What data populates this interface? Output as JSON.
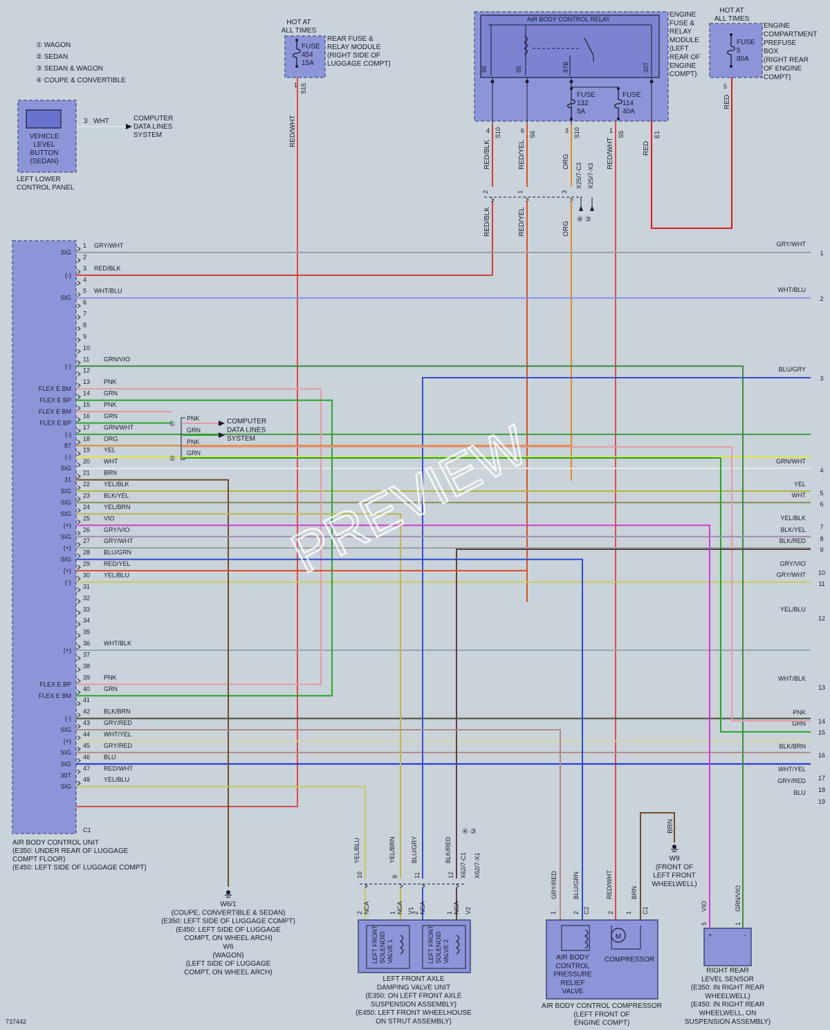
{
  "legend": [
    "① WAGON",
    "② SEDAN",
    "③ SEDAN & WAGON",
    "④ COUPE & CONVERTIBLE"
  ],
  "vehicle_level_button": {
    "label": "VEHICLE\nLEVEL\nBUTTON\n(SEDAN)",
    "panel": "LEFT LOWER\nCONTROL PANEL",
    "pin": "3",
    "wire": "WHT",
    "target": "COMPUTER\nDATA LINES\nSYSTEM"
  },
  "rear_fuse": {
    "hot": "HOT AT\nALL TIMES",
    "fuse": "FUSE\n454\n15A",
    "module": "REAR FUSE &\nRELAY MODULE\n(RIGHT SIDE OF\nLUGGAGE COMPT)",
    "pin": "1",
    "conn": "S15",
    "wire": "RED/WHT"
  },
  "relay_module": {
    "title": "AIR BODY CONTROL RELAY",
    "pins": [
      "86",
      "85",
      "87B",
      "30T"
    ],
    "fuse132": "FUSE\n132\n5A",
    "fuse114": "FUSE\n114\n40A",
    "module": "ENGINE\nFUSE &\nRELAY\nMODULE\n(LEFT\nREAR OF\nENGINE\nCOMPT)",
    "outputs": [
      {
        "pin": "4",
        "conn": "S10",
        "wire": "RED/BLK"
      },
      {
        "pin": "6",
        "conn": "S6",
        "wire": "RED/YEL"
      },
      {
        "pin": "3",
        "conn": "S10",
        "wire": "ORG"
      },
      {
        "pin": "1",
        "conn": "S5",
        "wire": "RED/WHT"
      },
      {
        "pin": "",
        "conn": "E1",
        "wire": "RED"
      }
    ]
  },
  "prefuse": {
    "hot": "HOT AT\nALL TIMES",
    "fuse": "FUSE\n5\n80A",
    "box": "ENGINE\nCOMPARTMENT\nPREFUSE\nBOX\n(RIGHT REAR\nOF ENGINE\nCOMPT)",
    "pin": "5",
    "wire": "RED"
  },
  "inline_x25": {
    "pins": [
      "2",
      "1",
      "3"
    ],
    "wires": [
      "RED/BLK",
      "RED/YEL",
      "ORG"
    ],
    "conns": [
      "X25/7-C3",
      "X25/7-X3"
    ],
    "variants": "④ ③"
  },
  "ecu": {
    "label": "AIR BODY CONTROL UNIT\n(E350: UNDER REAR OF LUGGAGE\nCOMPT FLOOR)\n(E450: LEFT SIDE OF LUGGAGE COMPT)",
    "connector": "C1",
    "pins": [
      {
        "n": "1",
        "s": "SIG",
        "w": "GRY/WHT"
      },
      {
        "n": "2",
        "s": "",
        "w": ""
      },
      {
        "n": "3",
        "s": "(-)",
        "w": "RED/BLK"
      },
      {
        "n": "4",
        "s": "",
        "w": ""
      },
      {
        "n": "5",
        "s": "SIG",
        "w": "WHT/BLU"
      },
      {
        "n": "6",
        "s": "",
        "w": ""
      },
      {
        "n": "7",
        "s": "",
        "w": ""
      },
      {
        "n": "8",
        "s": "",
        "w": ""
      },
      {
        "n": "9",
        "s": "",
        "w": ""
      },
      {
        "n": "10",
        "s": "",
        "w": ""
      },
      {
        "n": "11",
        "s": "(-)",
        "w": "GRN/VIO"
      },
      {
        "n": "12",
        "s": "",
        "w": ""
      },
      {
        "n": "13",
        "s": "FLEX E BM",
        "w": "PNK"
      },
      {
        "n": "14",
        "s": "FLEX E BP",
        "w": "GRN"
      },
      {
        "n": "15",
        "s": "FLEX E BM",
        "w": "PNK"
      },
      {
        "n": "16",
        "s": "FLEX E BP",
        "w": "GRN"
      },
      {
        "n": "17",
        "s": "(-)",
        "w": "GRN/WHT"
      },
      {
        "n": "18",
        "s": "87",
        "w": "ORG"
      },
      {
        "n": "19",
        "s": "(-)",
        "w": "YEL"
      },
      {
        "n": "20",
        "s": "SIG",
        "w": "WHT"
      },
      {
        "n": "21",
        "s": "31",
        "w": "BRN"
      },
      {
        "n": "22",
        "s": "SIG",
        "w": "YEL/BLK"
      },
      {
        "n": "23",
        "s": "SIG",
        "w": "BLK/YEL"
      },
      {
        "n": "24",
        "s": "SIG",
        "w": "YEL/BRN"
      },
      {
        "n": "25",
        "s": "(+)",
        "w": "VIO"
      },
      {
        "n": "26",
        "s": "SIG",
        "w": "GRY/VIO"
      },
      {
        "n": "27",
        "s": "(+)",
        "w": "GRY/WHT"
      },
      {
        "n": "28",
        "s": "SIG",
        "w": "BLU/GRN"
      },
      {
        "n": "29",
        "s": "(+)",
        "w": "RED/YEL"
      },
      {
        "n": "30",
        "s": "(-)",
        "w": "YEL/BLU"
      },
      {
        "n": "31",
        "s": "",
        "w": ""
      },
      {
        "n": "32",
        "s": "",
        "w": ""
      },
      {
        "n": "33",
        "s": "",
        "w": ""
      },
      {
        "n": "34",
        "s": "",
        "w": ""
      },
      {
        "n": "35",
        "s": "",
        "w": ""
      },
      {
        "n": "36",
        "s": "(+)",
        "w": "WHT/BLK"
      },
      {
        "n": "37",
        "s": "",
        "w": ""
      },
      {
        "n": "38",
        "s": "",
        "w": ""
      },
      {
        "n": "39",
        "s": "FLEX E BP",
        "w": "PNK"
      },
      {
        "n": "40",
        "s": "FLEX E BM",
        "w": "GRN"
      },
      {
        "n": "41",
        "s": "",
        "w": ""
      },
      {
        "n": "42",
        "s": "(-)",
        "w": "BLK/BRN"
      },
      {
        "n": "43",
        "s": "SIG",
        "w": "GRY/RED"
      },
      {
        "n": "44",
        "s": "(+)",
        "w": "WHT/YEL"
      },
      {
        "n": "45",
        "s": "SIG",
        "w": "GRY/RED"
      },
      {
        "n": "46",
        "s": "SIG",
        "w": "BLU"
      },
      {
        "n": "47",
        "s": "30T",
        "w": "RED/WHT"
      },
      {
        "n": "48",
        "s": "SIG",
        "w": "YEL/BLU"
      }
    ]
  },
  "right_refs": [
    {
      "n": "1",
      "w": "GRY/WHT"
    },
    {
      "n": "2",
      "w": "WHT/BLU"
    },
    {
      "n": "3",
      "w": "BLU/GRY"
    },
    {
      "n": "4",
      "w": "GRN/WHT"
    },
    {
      "n": "5",
      "w": "YEL"
    },
    {
      "n": "6",
      "w": "WHT"
    },
    {
      "n": "7",
      "w": "YEL/BLK"
    },
    {
      "n": "8",
      "w": "BLK/YEL"
    },
    {
      "n": "9",
      "w": "BLK/RED"
    },
    {
      "n": "10",
      "w": "GRY/VIO"
    },
    {
      "n": "11",
      "w": "GRY/WHT"
    },
    {
      "n": "12",
      "w": "YEL/BLU"
    },
    {
      "n": "13",
      "w": "WHT/BLK"
    },
    {
      "n": "14",
      "w": "PNK"
    },
    {
      "n": "15",
      "w": "GRN"
    },
    {
      "n": "16",
      "w": "BLK/BRN"
    },
    {
      "n": "17",
      "w": "WHT/YEL"
    },
    {
      "n": "18",
      "w": "GRY/RED"
    },
    {
      "n": "19",
      "w": "BLU"
    }
  ],
  "data_lines": {
    "wires": [
      "PNK",
      "GRN",
      "PNK",
      "GRN"
    ],
    "marks": [
      "①",
      "②"
    ],
    "target": "COMPUTER\nDATA LINES\nSYSTEM"
  },
  "ground_w6": {
    "label": "W6/1\n(COUPE, CONVERTIBLE & SEDAN)\n(E350: LEFT SIDE OF LUGGAGE COMPT)\n(E450: LEFT SIDE OF LUGGAGE\nCOMPT, ON WHEEL ARCH)\nW6\n(WAGON)\n(LEFT SIDE OF LUGGAGE\nCOMPT, ON WHEEL ARCH)"
  },
  "ground_w9": {
    "wire": "BRN",
    "label": "W9\n(FRONT OF\nLEFT FRONT\nWHEELWELL)"
  },
  "valve_unit": {
    "inline": {
      "pins": [
        "10",
        "9",
        "11",
        "12"
      ],
      "wires": [
        "YEL/BLU",
        "YEL/BRN",
        "BLU/GRY",
        "BLK/RED"
      ],
      "conns": [
        "X62/7-C1",
        "X62/7-X1"
      ],
      "variants": "④ ③"
    },
    "pins": [
      {
        "n": "2",
        "c": "NCA"
      },
      {
        "n": "1",
        "c": "NCA"
      },
      {
        "n": "",
        "c": "V1"
      },
      {
        "n": "2",
        "c": "NCA"
      },
      {
        "n": "1",
        "c": "NCA"
      },
      {
        "n": "",
        "c": "V2"
      }
    ],
    "valve1": "LEFT FRONT\nSOLENOID\nVALVE 1",
    "valve2": "LEFT FRONT\nSOLENOID\nVALVE 2",
    "label": "LEFT FRONT AXLE\nDAMPING VALVE UNIT\n(E350: ON LEFT FRONT AXLE\nSUSPENSION ASSEMBLY)\n(E450: LEFT FRONT WHEELHOUSE\nON STRUT ASSEMBLY)"
  },
  "compressor": {
    "wires": [
      "GRY/RED",
      "BLU/GRN",
      "RED/WHT",
      "BRN"
    ],
    "pins": [
      "1",
      "2",
      "C2",
      "2",
      "1",
      "C1"
    ],
    "valve": "AIR BODY\nCONTROL\nPRESSURE\nRELIEF\nVALVE",
    "motor": "COMPRESSOR",
    "motor_sym": "M",
    "label": "AIR BODY CONTROL COMPRESSOR\n(LEFT FRONT OF\nENGINE COMPT)"
  },
  "sensor": {
    "wires": [
      "VIO",
      "GRN/VIO"
    ],
    "pins": [
      "5",
      "1"
    ],
    "label": "RIGHT REAR\nLEVEL SENSOR\n(E350: IN RIGHT REAR\nWHEELWELL)\n(E450: IN RIGHT REAR\nWHEELWELL, ON\nSUSPENSION ASSEMBLY)"
  },
  "diagram_id": "737442",
  "watermark": "PREVIEW",
  "colors": {
    "bg": "#c9d3d9",
    "module": "#8d95d9"
  }
}
